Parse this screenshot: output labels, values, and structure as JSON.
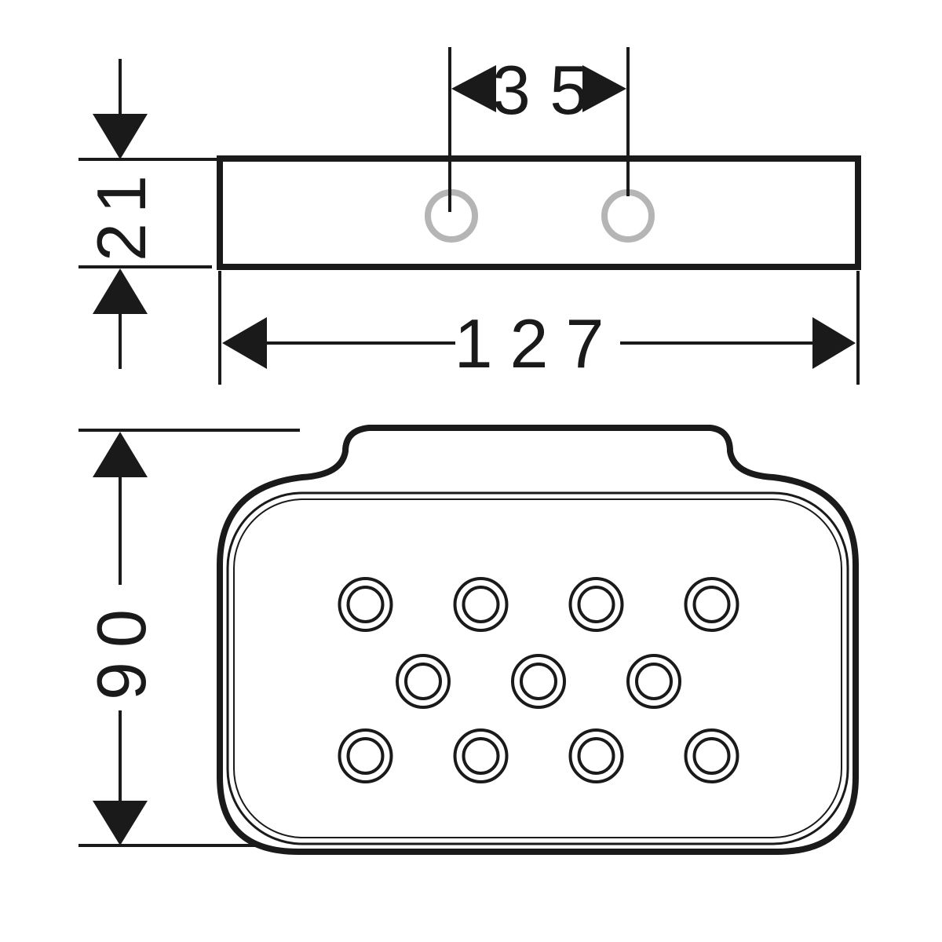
{
  "drawing": {
    "side_view": {
      "height_dim": "21",
      "width_dim": "127",
      "hole_spacing_dim": "3 5"
    },
    "top_view": {
      "depth_dim": "90",
      "drain_hole_rows": [
        4,
        3,
        4
      ]
    },
    "colors": {
      "line": "#1a1a1a",
      "mount_hole": "#b5b5b5"
    }
  }
}
